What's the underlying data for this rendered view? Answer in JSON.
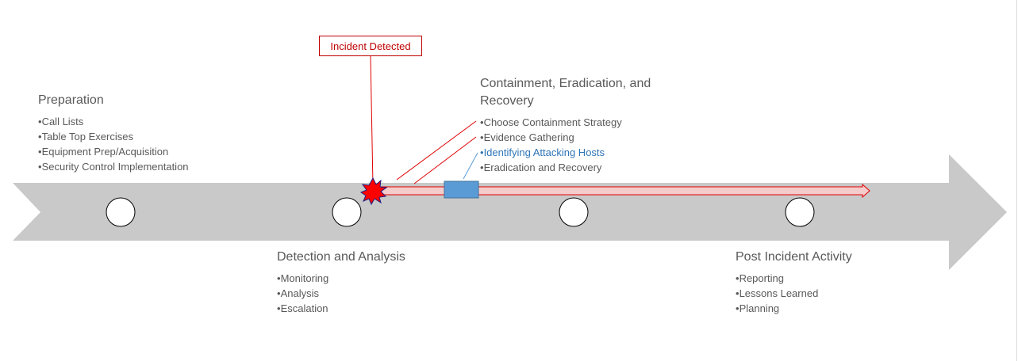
{
  "callout": {
    "label": "Incident Detected"
  },
  "phases": [
    {
      "title": "Preparation",
      "items": [
        "Call Lists",
        "Table Top Exercises",
        "Equipment Prep/Acquisition",
        "Security Control Implementation"
      ]
    },
    {
      "title": "Detection and Analysis",
      "items": [
        "Monitoring",
        "Analysis",
        "Escalation"
      ]
    },
    {
      "title": "Containment, Eradication, and Recovery",
      "items": [
        "Choose Containment Strategy",
        "Evidence Gathering",
        "Identifying Attacking Hosts",
        "Eradication and Recovery"
      ],
      "highlighted_item": "Identifying Attacking Hosts"
    },
    {
      "title": "Post Incident Activity",
      "items": [
        "Reporting",
        "Lessons Learned",
        "Planning"
      ]
    }
  ],
  "colors": {
    "timeline": "#c9c9c9",
    "incident": "#ff0000",
    "callout_border": "#c00000",
    "highlight": "#2e75b6",
    "marker": "#5b9bd5"
  }
}
